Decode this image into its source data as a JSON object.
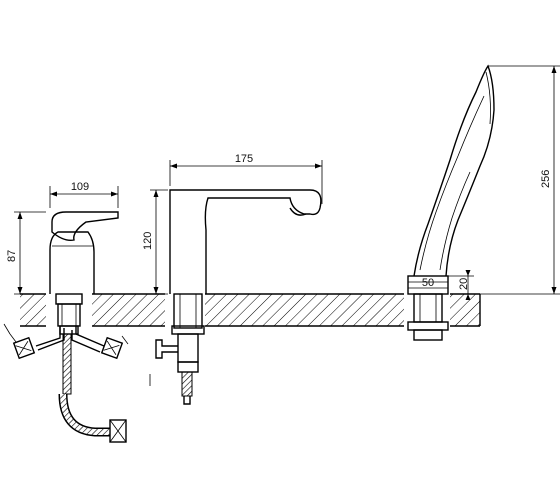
{
  "diagram": {
    "dimensions": {
      "mixer_lever_height": "87",
      "mixer_lever_length": "109",
      "spout_height": "120",
      "spout_reach": "175",
      "shower_base_width": "50",
      "shower_base_height": "20",
      "shower_total_height": "256"
    },
    "colors": {
      "line": "#000000",
      "counter_hatch": "#000000",
      "background": "#ffffff"
    },
    "components": [
      "single-lever-mixer",
      "bath-spout",
      "hand-shower-holder",
      "countertop",
      "flexible-hoses"
    ]
  }
}
